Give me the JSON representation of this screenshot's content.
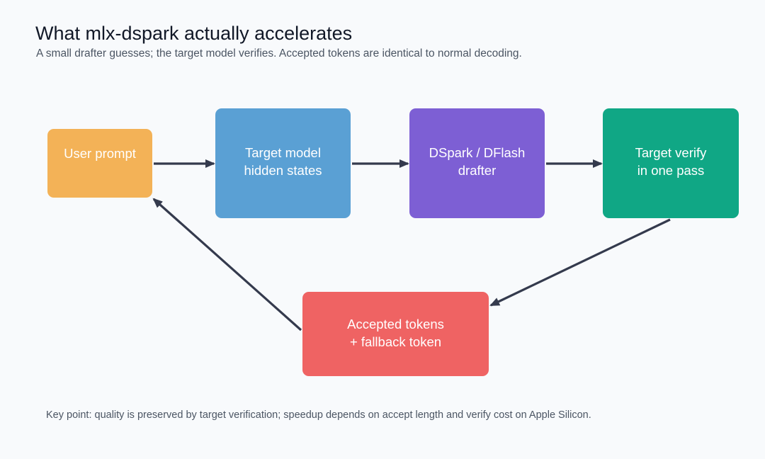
{
  "header": {
    "title": "What mlx-dspark actually accelerates",
    "subtitle": "A small drafter guesses; the target model verifies. Accepted tokens are identical to normal decoding."
  },
  "nodes": {
    "prompt": {
      "line1": "User prompt",
      "color": "#f3b257"
    },
    "target": {
      "line1": "Target model",
      "line2": "hidden states",
      "color": "#5aa0d4"
    },
    "drafter": {
      "line1": "DSpark / DFlash",
      "line2": "drafter",
      "color": "#7d5fd4"
    },
    "verify": {
      "line1": "Target verify",
      "line2": "in one pass",
      "color": "#10a785"
    },
    "accepted": {
      "line1": "Accepted tokens",
      "line2": "+ fallback token",
      "color": "#ef6363"
    }
  },
  "edges": [
    {
      "from": "User prompt",
      "to": "Target model hidden states"
    },
    {
      "from": "Target model hidden states",
      "to": "DSpark / DFlash drafter"
    },
    {
      "from": "DSpark / DFlash drafter",
      "to": "Target verify in one pass"
    },
    {
      "from": "Target verify in one pass",
      "to": "Accepted tokens + fallback token"
    },
    {
      "from": "Accepted tokens + fallback token",
      "to": "User prompt"
    }
  ],
  "arrow_color": "#343a4d",
  "background": "#f8fafc",
  "footnote": "Key point: quality is preserved by target verification; speedup depends on accept length and verify cost on Apple Silicon."
}
